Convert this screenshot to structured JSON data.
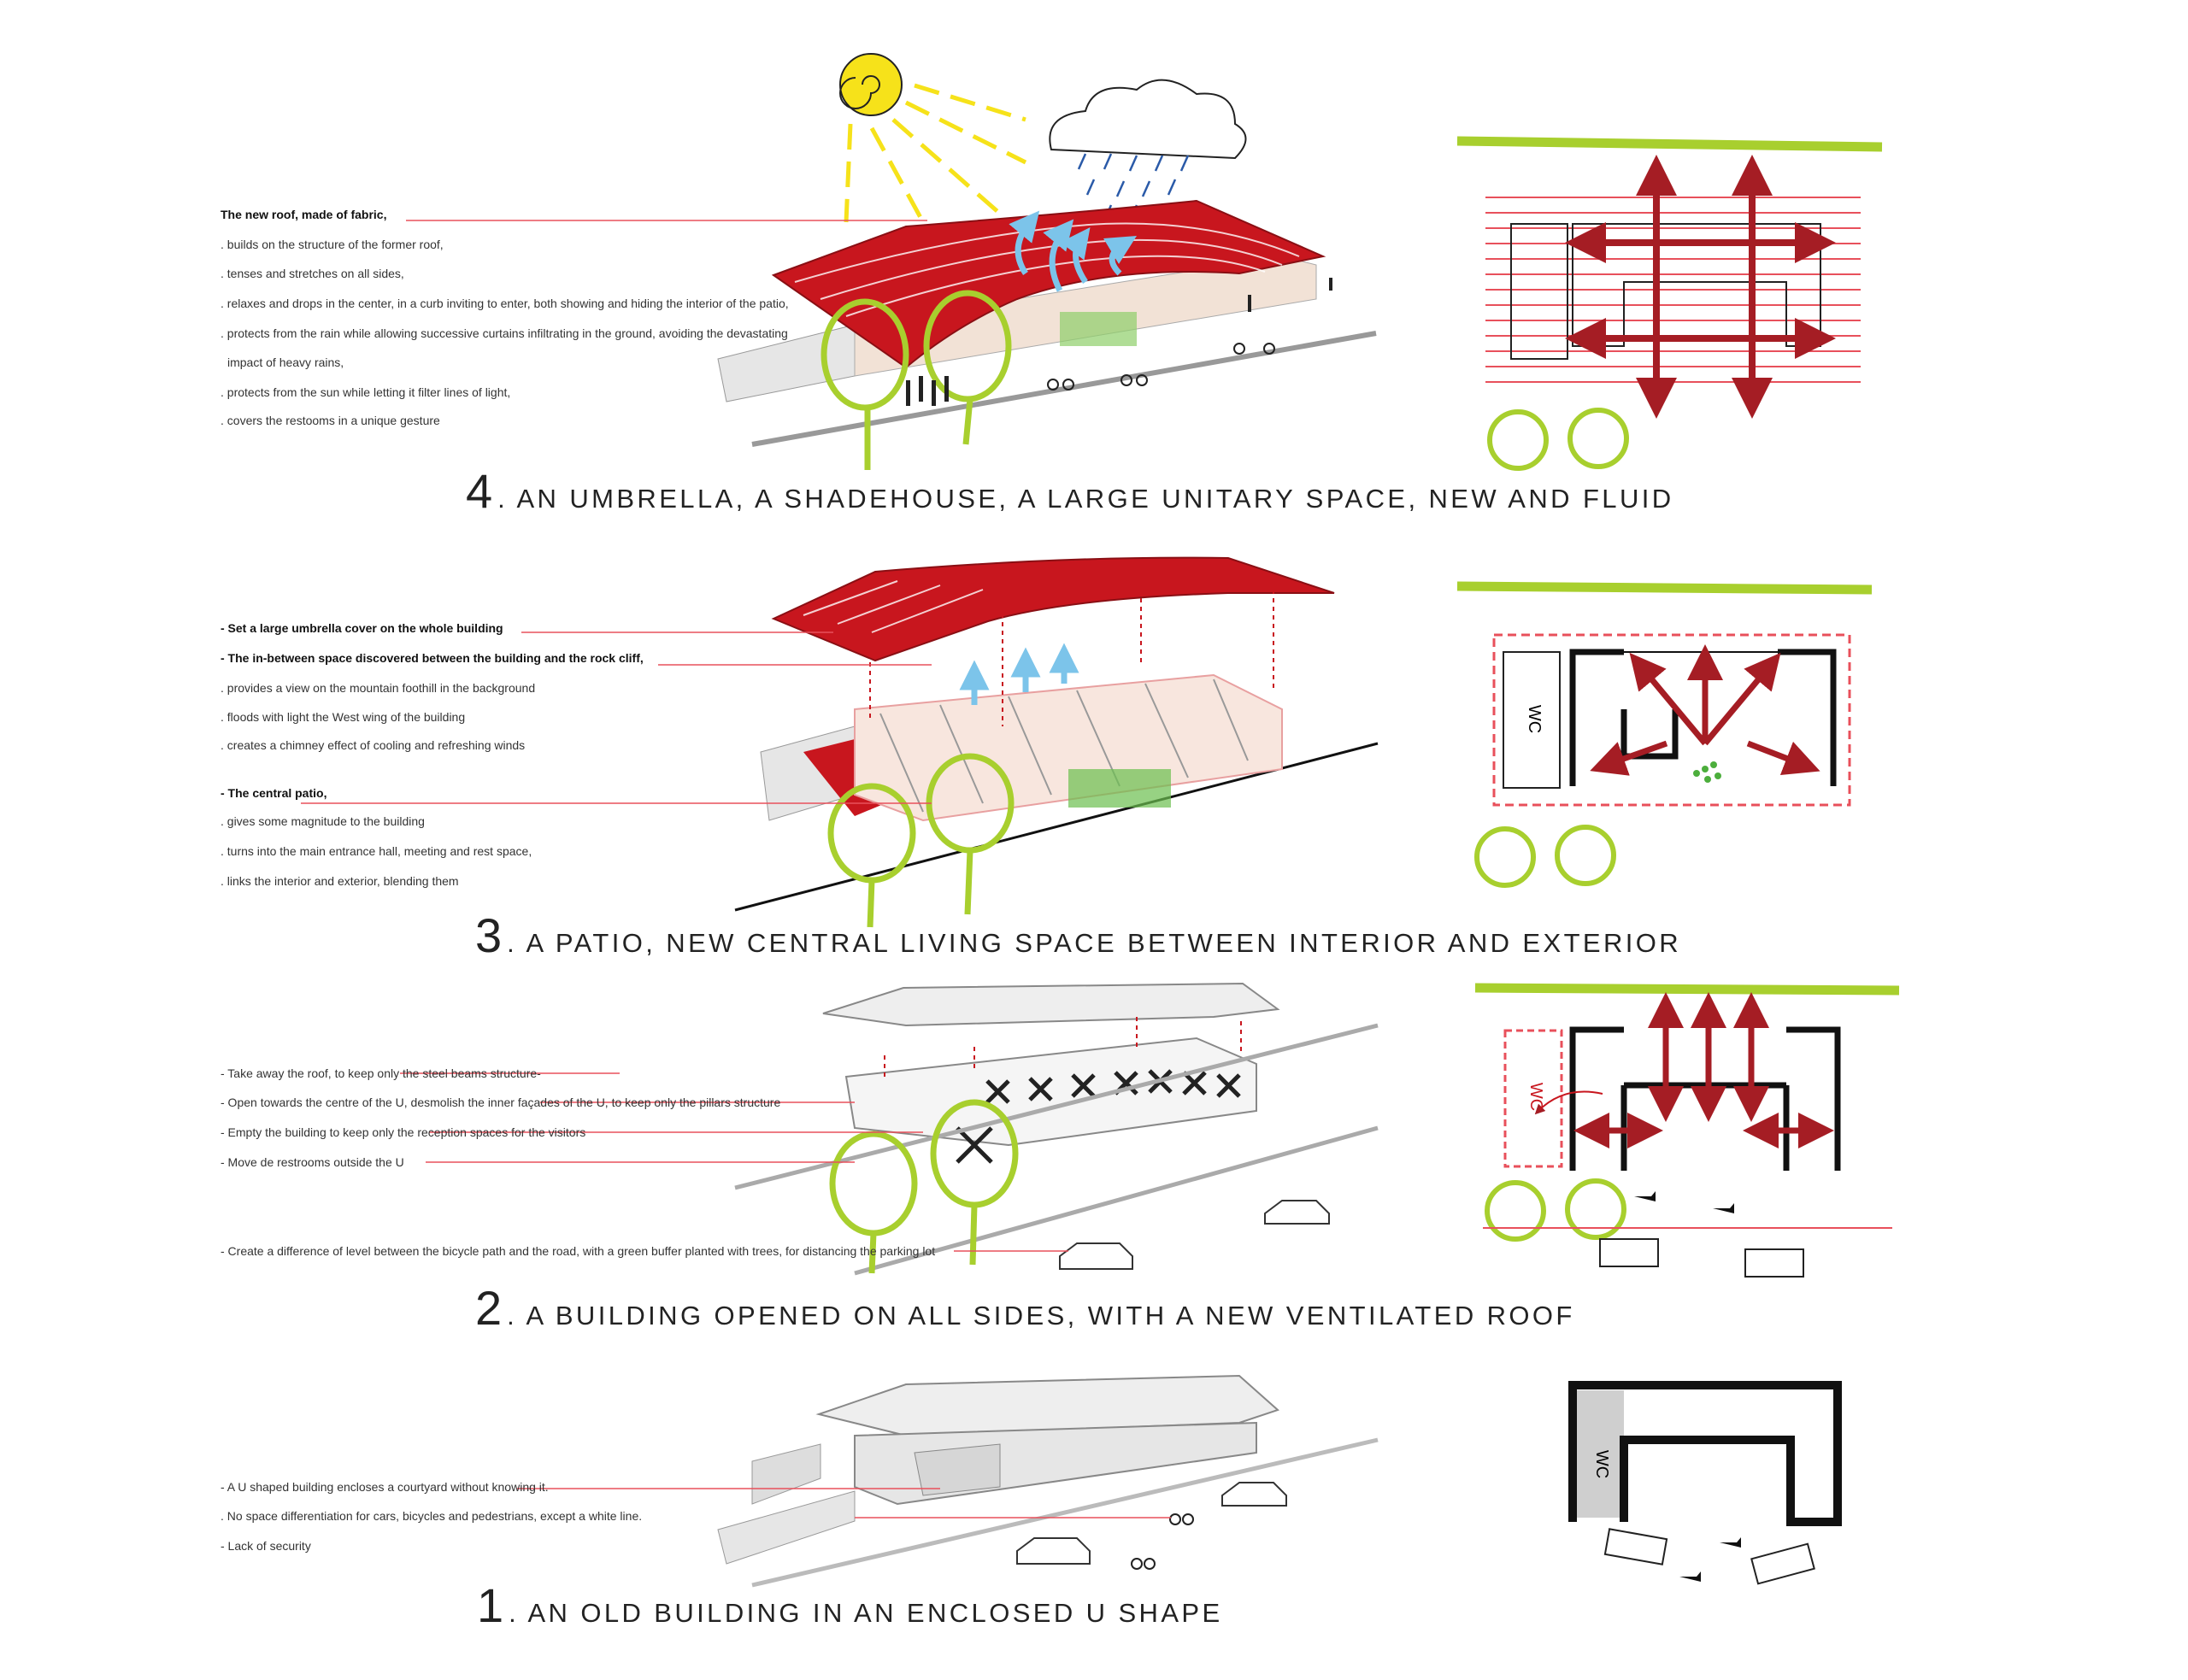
{
  "sections": [
    {
      "number": "4",
      "heading": ". AN UMBRELLA, A SHADEHOUSE, A LARGE UNITARY SPACE, NEW AND FLUID",
      "notes": [
        {
          "text": "The new roof, made of fabric,",
          "bold": true
        },
        {
          "text": ". builds on the structure of the former roof,"
        },
        {
          "text": ". tenses and stretches on all sides,"
        },
        {
          "text": ". relaxes and drops in the center, in a curb inviting to enter, both showing and hiding the interior of the patio,"
        },
        {
          "text": ". protects from the rain while allowing successive curtains infiltrating in the ground, avoiding the devastating"
        },
        {
          "text": "impact of heavy rains,"
        },
        {
          "text": ". protects from the sun while letting it filter lines of light,"
        },
        {
          "text": ". covers the restooms in a unique gesture"
        }
      ]
    },
    {
      "number": "3",
      "heading": ". A PATIO, NEW CENTRAL LIVING SPACE BETWEEN INTERIOR AND EXTERIOR",
      "notes": [
        {
          "text": "- Set a large umbrella cover on the whole building",
          "bold": true
        },
        {
          "text": "- The in-between space discovered between the building and the rock cliff,",
          "bold": true
        },
        {
          "text": ". provides a view on the mountain foothill in the background"
        },
        {
          "text": ". floods with light the West wing of the building"
        },
        {
          "text": ". creates a chimney effect of cooling and refreshing winds"
        },
        {
          "text": "- The central patio,",
          "bold": true
        },
        {
          "text": ". gives some magnitude to the building"
        },
        {
          "text": ". turns into the main entrance hall, meeting and rest space,"
        },
        {
          "text": ". links the interior and exterior, blending them"
        }
      ],
      "plan_label": "WC"
    },
    {
      "number": "2",
      "heading": ". A BUILDING OPENED ON ALL SIDES, WITH A NEW VENTILATED ROOF",
      "notes": [
        {
          "text": "- Take away the roof, to keep only the steel beams structure-"
        },
        {
          "text": "- Open towards the centre of the U, desmolish the inner façades of the U, to keep only the pillars structure"
        },
        {
          "text": "- Empty the building to keep only the reception spaces for the visitors"
        },
        {
          "text": "- Move de restrooms outside the U"
        },
        {
          "text": "- Create a difference of level between the bicycle path and the road, with a green buffer planted with trees, for distancing the parking lot"
        }
      ],
      "plan_label": "WC"
    },
    {
      "number": "1",
      "heading": ". AN OLD BUILDING IN AN ENCLOSED U SHAPE",
      "notes": [
        {
          "text": "- A U shaped building encloses a courtyard without knowing it."
        },
        {
          "text": ". No space differentiation for cars, bicycles and pedestrians, except a white line."
        },
        {
          "text": "- Lack of security"
        }
      ],
      "plan_label": "WC"
    }
  ],
  "colors": {
    "roof_red": "#c8161e",
    "arrow_red": "#a51d24",
    "leader_red": "#e8505b",
    "tree_green": "#a8cf2e",
    "wind_blue": "#7cc4ea",
    "sun_yellow": "#f6e21a"
  }
}
